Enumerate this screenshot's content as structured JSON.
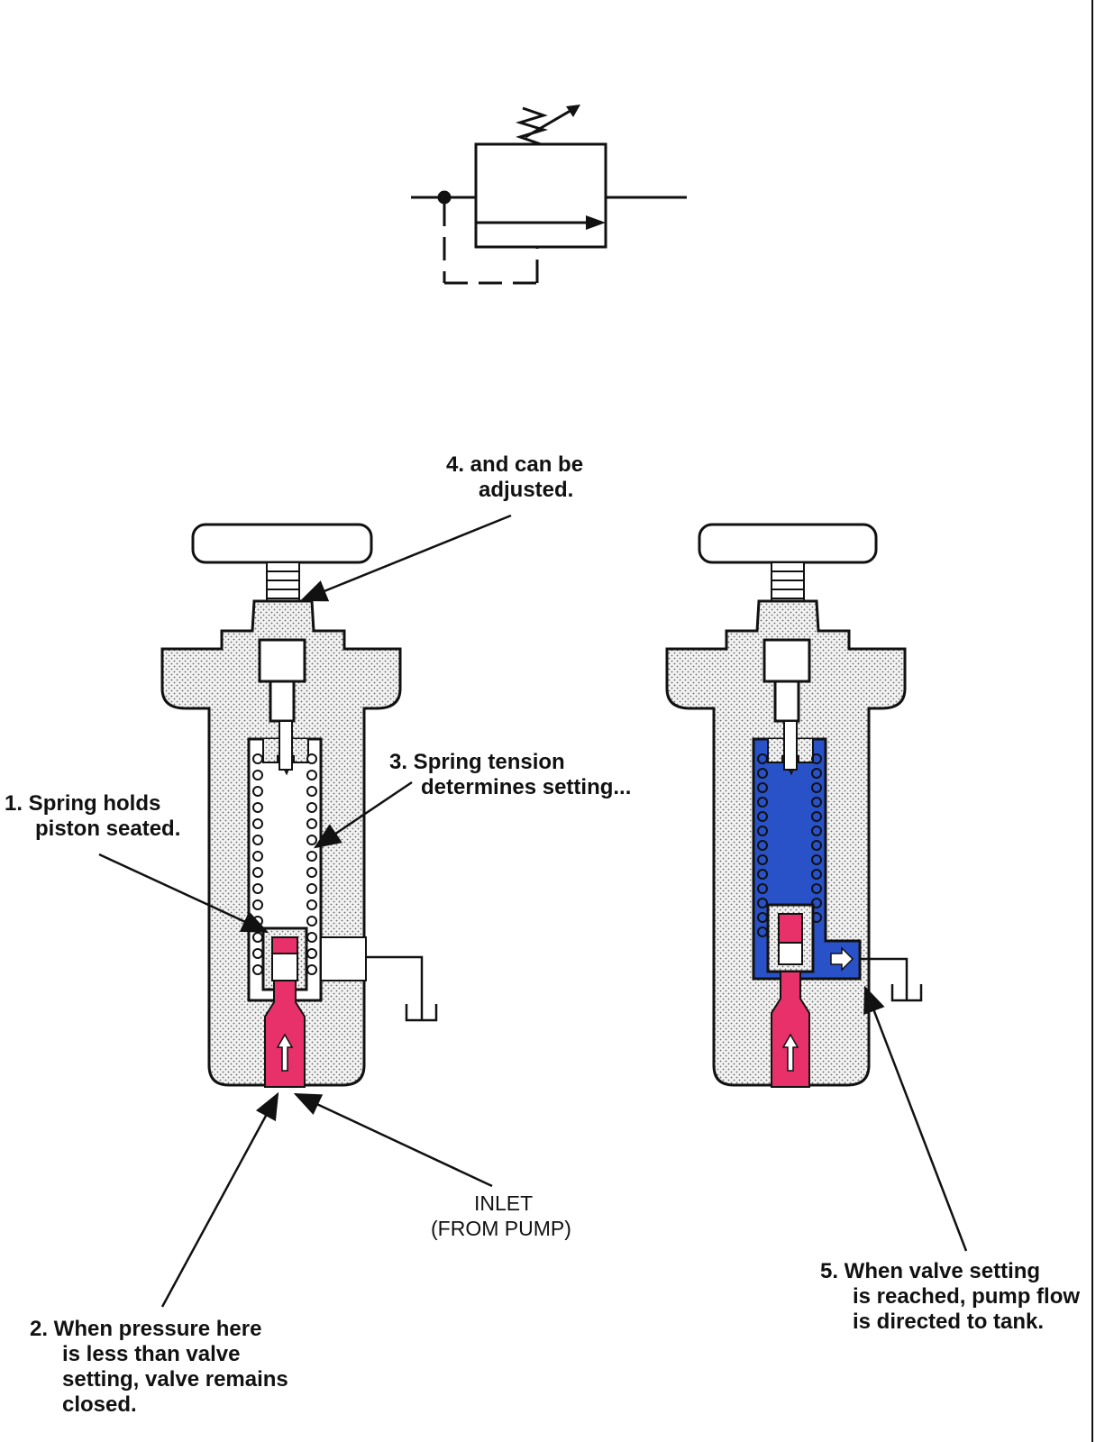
{
  "labels": {
    "label1": {
      "line1": "1.  Spring holds",
      "line2": "piston seated."
    },
    "label2": {
      "line1": "2.  When pressure here",
      "line2": "is less than valve",
      "line3": "setting, valve remains",
      "line4": "closed."
    },
    "label3": {
      "line1": "3.  Spring tension",
      "line2": "determines setting..."
    },
    "label4": {
      "line1": "4.  and can be",
      "line2": "adjusted."
    },
    "label5": {
      "line1": "5.  When valve setting",
      "line2": "is reached, pump flow",
      "line3": "is directed to tank."
    },
    "inlet": {
      "line1": "INLET",
      "line2": "(FROM PUMP)"
    }
  },
  "colors": {
    "pressure_fluid": "#e8306a",
    "tank_fluid": "#2a52c8",
    "body_stipple": "#e6e6e6",
    "line": "#111111"
  }
}
